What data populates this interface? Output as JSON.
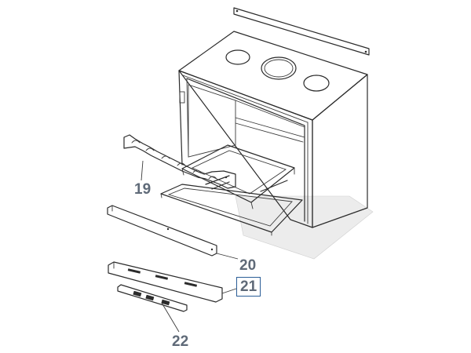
{
  "callouts": {
    "c19": "19",
    "c20": "20",
    "c21": "21",
    "c22": "22"
  },
  "selected_callout": "21",
  "colors": {
    "callout_text": "#5f6a78",
    "selection_border": "#2a5d96",
    "floor_shade": "#ececec",
    "line": "#2b2b2b"
  }
}
